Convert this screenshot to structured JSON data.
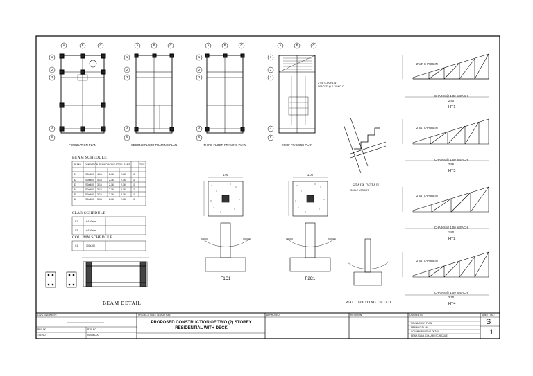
{
  "plans": {
    "foundation": "FOUNDATION PLAN",
    "second_floor": "SECOND FLOOR FRAMING PLAN",
    "third_floor": "THIRD FLOOR FRAMING PLAN",
    "roof": "ROOF FRAMING PLAN"
  },
  "grid_letters": [
    "A",
    "B",
    "C"
  ],
  "grid_numbers": [
    "1",
    "2",
    "3",
    "4",
    "5"
  ],
  "roof_note": "2\"x4\" C-PURLIN\nSPACED @ 0.70M O.C.",
  "schedules": {
    "beam_title": "BEAM SCHEDULE",
    "slab_title": "SLAB SCHEDULE",
    "column_title": "COLUMN SCHEDULE",
    "beam_headers": [
      "BEAM",
      "DIMENSION",
      "REINFORCING STEEL BARS",
      "TIES"
    ],
    "beam_rows": [
      [
        "B1",
        "200x400",
        "4-16",
        "2-16",
        "2-16",
        "10"
      ],
      [
        "B2",
        "200x400",
        "4-16",
        "2-16",
        "2-16",
        "10"
      ],
      [
        "B3",
        "200x400",
        "3-16",
        "2-16",
        "2-16",
        "10"
      ],
      [
        "B4",
        "200x400",
        "3-16",
        "2-16",
        "2-16",
        "10"
      ],
      [
        "B5",
        "200x400",
        "3-16",
        "2-16",
        "2-16",
        "10"
      ],
      [
        "B6",
        "200x400",
        "3-16",
        "2-16",
        "2-16",
        "10"
      ]
    ],
    "slab_rows": [
      [
        "S1",
        "t=100mm"
      ],
      [
        "S2",
        "t=100mm"
      ]
    ],
    "column_rows": [
      [
        "C1",
        "300x300"
      ]
    ]
  },
  "footing": {
    "dim1": "1.00",
    "dim2": "1.00",
    "f1": "F1C1",
    "f2": "F2C1"
  },
  "stair": {
    "title": "STAIR DETAIL",
    "subtitle": "SCALE      NTS      MTS"
  },
  "beam_detail": "BEAM DETAIL",
  "wall_footing": "WALL FOOTING DETAIL",
  "trusses": [
    {
      "label": "HT1",
      "span": "2.40",
      "chord": "2\"x4\" C-PURLIN",
      "braces": "CHAINS @ 1.00 m EACH"
    },
    {
      "label": "HT3",
      "span": "2.96",
      "chord": "2\"x4\" C-PURLIN",
      "braces": "CHAINS @ 1.00 m EACH"
    },
    {
      "label": "HT2",
      "span": "1.80",
      "chord": "2\"x4\" C-PURLIN",
      "braces": "CHAINS @ 1.00 m EACH"
    },
    {
      "label": "HT4",
      "span": "2.70",
      "chord": "2\"x4\" C-PURLIN",
      "braces": "CHAINS @ 1.00 m EACH"
    }
  ],
  "title_block": {
    "civil_engineer": "CIVIL ENGINEER:",
    "project_title": "PROJECT TITLE / LOCATION:",
    "approved": "APPROVED:",
    "revision": "REVISION:",
    "contents": "CONTENTS:",
    "sheet_no": "SHEET NO.:",
    "prc_no": "PRC NO.",
    "ptr_no": "PTR NO.",
    "tin_no": "TIN NO.",
    "issued_at": "ISSUED AT",
    "project_line1": "PROPOSED CONSTRUCTION OF TWO (2) STOREY",
    "project_line2": "RESIDENTIAL WITH DECK",
    "contents_items": [
      "FOUNDATION PLAN",
      "FRAMING PLAN",
      "COLUMN FOOTING DETAIL",
      "BEAM, SLAB, COLUMN SCHEDULE"
    ],
    "sheet_letter": "S",
    "sheet_number": "1"
  }
}
